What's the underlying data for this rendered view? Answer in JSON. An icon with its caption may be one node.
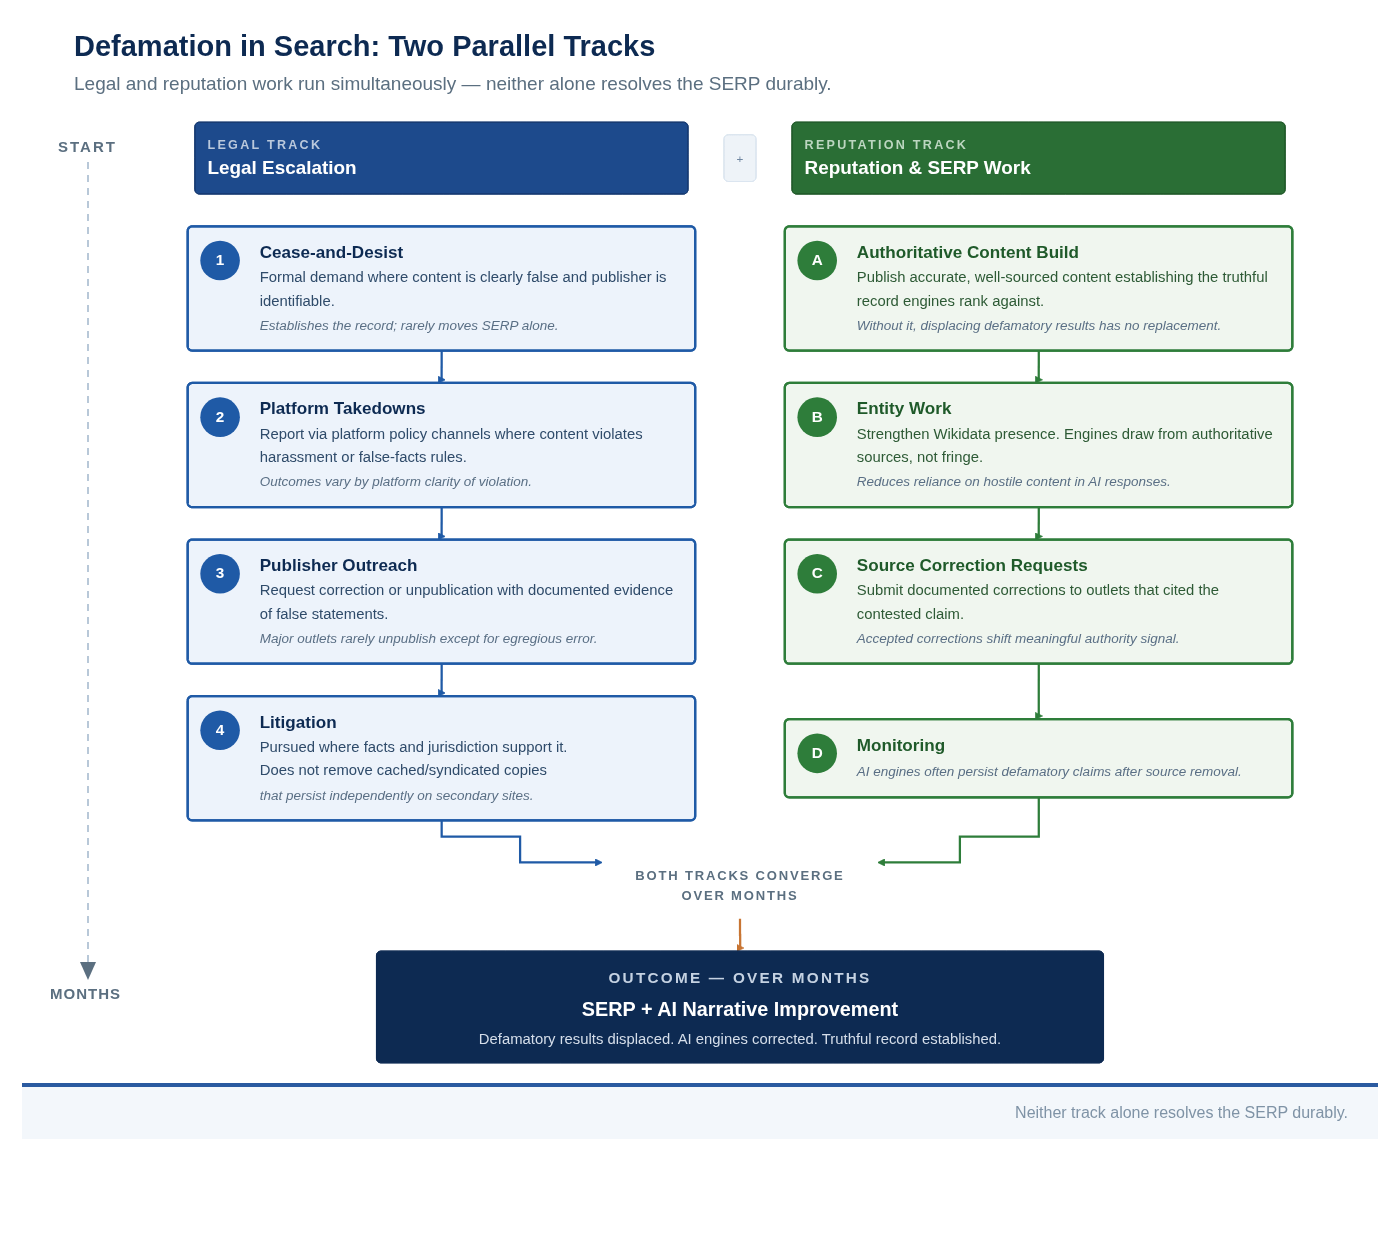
{
  "diagram": {
    "title": "Defamation in Search: Two Parallel Tracks",
    "nodes": [
      {
        "text": [
          "LEGAL TRACK",
          "Legal Escalation"
        ]
      },
      {
        "text": [
          "+"
        ]
      },
      {
        "text": [
          "REPUTATION TRACK",
          "Reputation & SERP Work"
        ]
      },
      {
        "text": [
          "1",
          "Cease-and-Desist",
          "Formal demand where content is clearly false and publisher is identifiable.",
          "Establishes the record; rarely moves SERP alone."
        ]
      },
      {
        "text": [
          "A",
          "Authoritative Content Build",
          "Publish accurate, well-sourced content establishing the truthful record engines rank against.",
          "Without it, displacing defamatory results has no replacement."
        ]
      },
      {
        "text": [
          "2",
          "Platform Takedowns",
          "Report via platform policy channels where content violates harassment or false-facts rules.",
          "Outcomes vary by platform clarity of violation."
        ]
      },
      {
        "text": [
          "B",
          "Entity Work",
          "Strengthen Wikidata presence. Engines draw from authoritative sources, not fringe.",
          "Reduces reliance on hostile content in AI responses."
        ]
      },
      {
        "text": [
          "3",
          "Publisher Outreach",
          "Request correction or unpublication with documented evidence of false statements.",
          "Major outlets rarely unpublish except for egregious error."
        ]
      },
      {
        "text": [
          "C",
          "Source Correction Requests",
          "Submit documented corrections to outlets that cited the contested claim.",
          "Accepted corrections shift meaningful authority signal."
        ]
      },
      {
        "text": [
          "4",
          "Litigation",
          "Pursued where facts and jurisdiction support it.",
          "Does not remove cached/syndicated copies",
          "that persist independently on secondary sites."
        ]
      },
      {
        "text": [
          "D",
          "Monitoring",
          "AI engines often persist defamatory claims after source removal."
        ]
      },
      {
        "text": [
          "BOTH TRACKS CONVERGE OVER MONTHS"
        ]
      },
      {
        "text": [
          "OUTCOME — OVER MONTHS",
          "SERP + AI Narrative Improvement",
          "Defamatory results displaced. AI engines corrected. Truthful record established."
        ]
      }
    ],
    "edges": [
      {
        "from": 3,
        "to": 5,
        "arrow": "to",
        "color": "#1f5aa6"
      },
      {
        "from": 5,
        "to": 7,
        "arrow": "to",
        "color": "#1f5aa6"
      },
      {
        "from": 7,
        "to": 9,
        "arrow": "to",
        "color": "#1f5aa6"
      },
      {
        "from": 4,
        "to": 6,
        "arrow": "to",
        "color": "#2e7d3a"
      },
      {
        "from": 6,
        "to": 8,
        "arrow": "to",
        "color": "#2e7d3a"
      },
      {
        "from": 8,
        "to": 10,
        "arrow": "to",
        "color": "#2e7d3a"
      },
      {
        "from": 9,
        "to": 11,
        "arrow": "to",
        "color": "#1f5aa6"
      },
      {
        "from": 10,
        "to": 11,
        "arrow": "to",
        "color": "#2e7d3a"
      },
      {
        "from": 11,
        "to": 12,
        "arrow": "to",
        "color": "#c87533"
      }
    ],
    "labels": [
      "Legal and reputation work run simultaneously — neither alone resolves the SERP durably.",
      "START",
      "MONTHS",
      "Neither track alone resolves the SERP durably."
    ]
  }
}
